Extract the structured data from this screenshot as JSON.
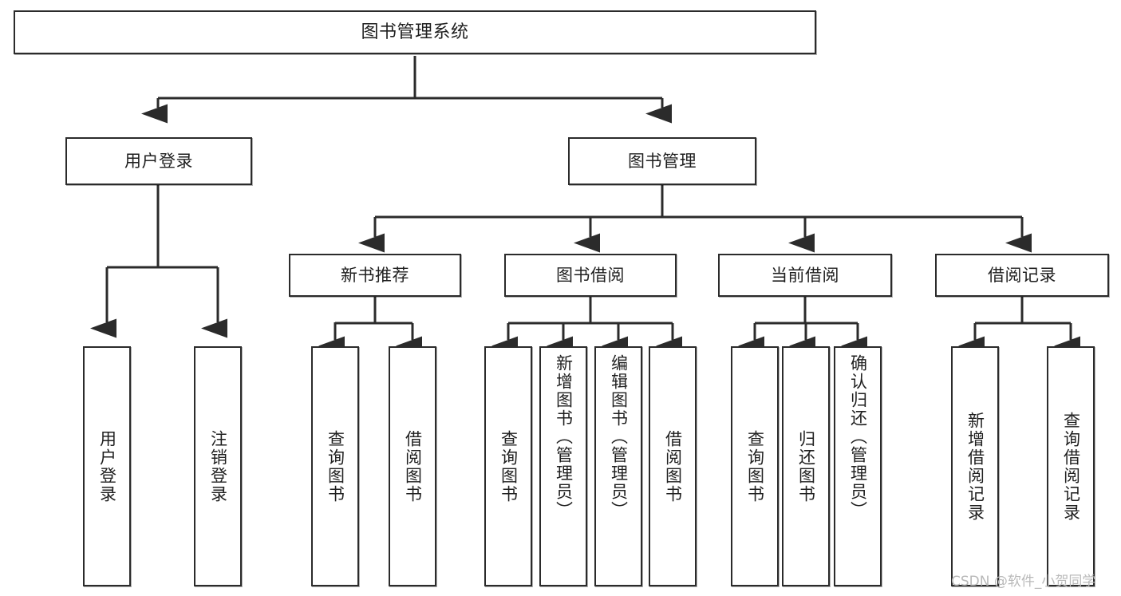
{
  "diagram": {
    "type": "tree",
    "title": "图书管理系统",
    "orientation": "top-down",
    "colors": {
      "background": "#ffffff",
      "node_border": "#2b2b2b",
      "node_fill": "#ffffff",
      "edge": "#2b2b2b",
      "text": "#1f1f1f",
      "watermark": "#b9b9b9"
    },
    "nodes": {
      "root": {
        "label": "图书管理系统",
        "level": 0
      },
      "l1": [
        {
          "id": "user_login",
          "label": "用户登录",
          "level": 1
        },
        {
          "id": "book_manage",
          "label": "图书管理",
          "level": 1
        }
      ],
      "l2": [
        {
          "id": "new_book_rec",
          "label": "新书推荐",
          "level": 2,
          "parent": "book_manage"
        },
        {
          "id": "book_borrow",
          "label": "图书借阅",
          "level": 2,
          "parent": "book_manage"
        },
        {
          "id": "current_borrow",
          "label": "当前借阅",
          "level": 2,
          "parent": "book_manage"
        },
        {
          "id": "borrow_record",
          "label": "借阅记录",
          "level": 2,
          "parent": "book_manage"
        }
      ],
      "leaves": [
        {
          "id": "leaf_user_login",
          "label": "用户登录",
          "parent": "user_login"
        },
        {
          "id": "leaf_logout",
          "label": "注销登录",
          "parent": "user_login"
        },
        {
          "id": "leaf_query_book_1",
          "label": "查询图书",
          "parent": "new_book_rec"
        },
        {
          "id": "leaf_borrow_book_1",
          "label": "借阅图书",
          "parent": "new_book_rec"
        },
        {
          "id": "leaf_query_book_2",
          "label": "查询图书",
          "parent": "book_borrow"
        },
        {
          "id": "leaf_add_book",
          "label": "新增图书（管理员）",
          "parent": "book_borrow"
        },
        {
          "id": "leaf_edit_book",
          "label": "编辑图书（管理员）",
          "parent": "book_borrow"
        },
        {
          "id": "leaf_borrow_book_2",
          "label": "借阅图书",
          "parent": "book_borrow"
        },
        {
          "id": "leaf_query_book_3",
          "label": "查询图书",
          "parent": "current_borrow"
        },
        {
          "id": "leaf_return_book",
          "label": "归还图书",
          "parent": "current_borrow"
        },
        {
          "id": "leaf_confirm_return",
          "label": "确认归还（管理员）",
          "parent": "current_borrow"
        },
        {
          "id": "leaf_add_record",
          "label": "新增借阅记录",
          "parent": "borrow_record"
        },
        {
          "id": "leaf_query_record",
          "label": "查询借阅记录",
          "parent": "borrow_record"
        }
      ]
    }
  },
  "watermark": {
    "text": "CSDN @软件_小贺同学"
  }
}
